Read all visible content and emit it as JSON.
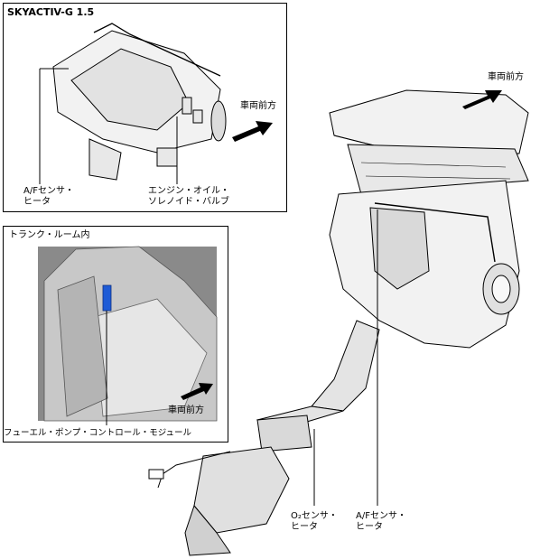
{
  "inset_top": {
    "title": "SKYACTIV-G 1.5"
  },
  "inset_trunk": {
    "title": "トランク・ルーム内"
  },
  "labels": {
    "af_sensor_inset": "A/Fセンサ・\nヒータ",
    "oil_solenoid": "エンジン・オイル・\nソレノイド・バルブ",
    "forward_inset_top": "車両前方",
    "forward_main": "車両前方",
    "forward_trunk": "車両前方",
    "fuel_pump_module": "フューエル・ポンプ・コントロール・モジュール",
    "o2_sensor": "O₂センサ・\nヒータ",
    "af_sensor_main": "A/Fセンサ・\nヒータ"
  },
  "colors": {
    "line": "#000000",
    "fill_light": "#f2f2f2",
    "fill_mid": "#d9d9d9",
    "photo_bg": "#8a8a8a",
    "module_blue": "#1e5bd6"
  }
}
